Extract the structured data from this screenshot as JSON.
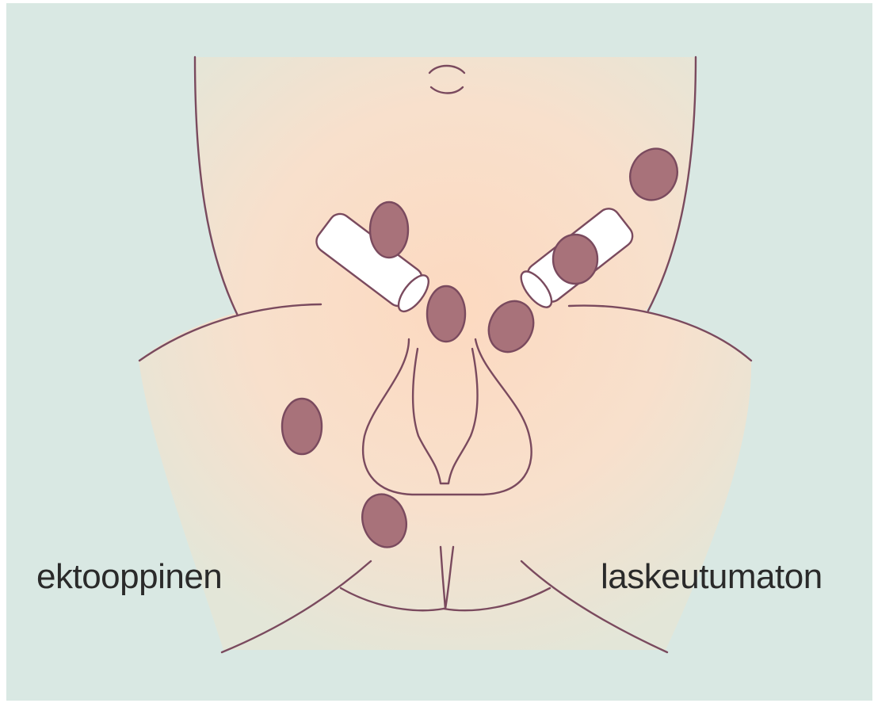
{
  "labels": {
    "left": "ektooppinen",
    "right": "laskeutumaton"
  },
  "colors": {
    "background": "#d9e8e3",
    "skin": "#fbdcc4",
    "outline": "#7a4a5e",
    "testis": "#a8727a",
    "canal": "#ffffff"
  },
  "icons": {
    "testis_marker": "ellipse-dark-mauve",
    "inguinal_canal": "white-cylinder"
  }
}
